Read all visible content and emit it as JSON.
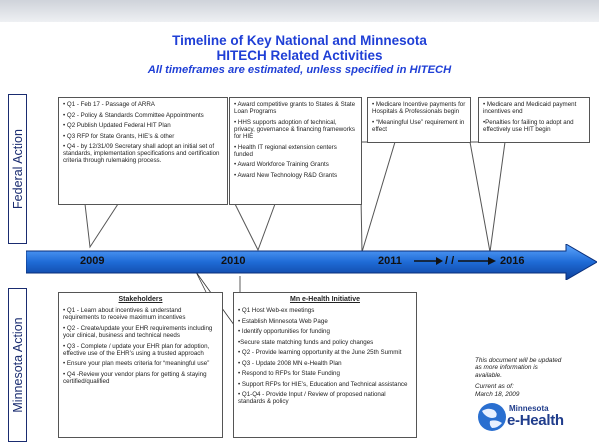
{
  "title": {
    "line1": "Timeline of Key National and Minnesota",
    "line2": "HITECH Related Activities",
    "subtitle": "All timeframes are estimated, unless specified in HITECH"
  },
  "bands": {
    "federal": "Federal Action",
    "minnesota": "Minnesota Action"
  },
  "timeline": {
    "years": [
      "2009",
      "2010",
      "2011",
      "2016"
    ],
    "break_mark": "/ /"
  },
  "federal_boxes": [
    {
      "items": [
        "• Q1 - Feb 17 - Passage of ARRA",
        "• Q2 - Policy & Standards Committee Appointments",
        "• Q2 Publish Updated Federal HIT Plan",
        "• Q3 RFP for State Grants, HIE’s & other",
        "• Q4 - by 12/31/09 Secretary shall adopt an initial set of standards, implementation specifications and certification criteria through rulemaking process."
      ]
    },
    {
      "items": [
        "• Award competitive grants to States & State Loan Programs",
        "• HHS supports adoption of technical, privacy, governance & financing frameworks for HIE",
        "• Health IT regional extension centers funded",
        "• Award Workforce Training Grants",
        "• Award New Technology R&D Grants"
      ]
    },
    {
      "items": [
        "• Medicare Incentive payments for Hospitals & Professionals begin",
        "• “Meaningful Use” requirement in effect"
      ]
    },
    {
      "items": [
        "• Medicare and Medicaid payment incentives end",
        "•Penalties for failing to adopt and effectively use HIT begin"
      ]
    }
  ],
  "stakeholders": {
    "heading": "Stakeholders",
    "items": [
      "• Q1 - Learn about incentives & understand requirements to receive maximum incentives",
      "• Q2 - Create/update your EHR requirements including your clinical, business and technical needs",
      "• Q3 - Complete / update your EHR plan for adoption, effective use of the EHR’s using a trusted approach",
      "• Ensure your plan meets criteria for “meaningful use”",
      "• Q4 -Review your vendor plans for getting & staying certified/qualified"
    ]
  },
  "mn_initiative": {
    "heading": "Mn e-Health Initiative",
    "items": [
      "• Q1 Host Web-ex meetings",
      "• Establish Minnesota Web Page",
      "• Identify opportunities for funding",
      "•Secure state matching funds and policy changes",
      "• Q2 - Provide learning opportunity at the June 25th Summit",
      "• Q3 - Update 2008 MN e-Health Plan",
      "• Respond to RFPs for State Funding",
      "• Support RFPs for HIE’s, Education and Technical assistance",
      "• Q1-Q4 - Provide Input / Review of proposed national standards & policy"
    ]
  },
  "note": {
    "line1": "This document will be updated as more information is available.",
    "line2": "Current as of:",
    "line3": "March 18, 2009"
  },
  "logo": {
    "top": "Minnesota",
    "bottom": "e-Health"
  },
  "colors": {
    "title_blue": "#1f3fd6",
    "arrow_blue": "#1f6bd6",
    "band_navy": "#1a2c70"
  }
}
